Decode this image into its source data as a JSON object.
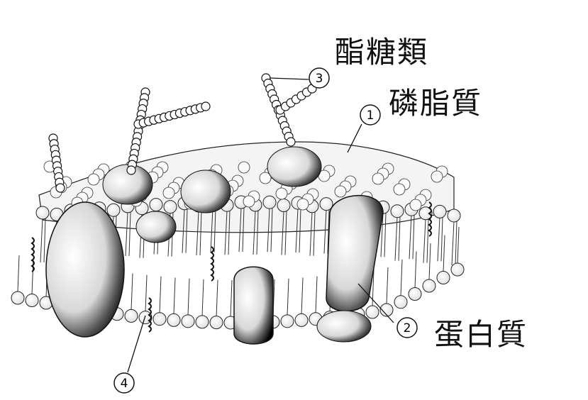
{
  "markers": [
    {
      "id": "1",
      "label": "①"
    },
    {
      "id": "2",
      "label": "②"
    },
    {
      "id": "3",
      "label": "③"
    },
    {
      "id": "4",
      "label": "④"
    }
  ],
  "annotations": {
    "sugar": "酯糖類",
    "phospholipid": "磷脂質",
    "protein": "蛋白質"
  }
}
